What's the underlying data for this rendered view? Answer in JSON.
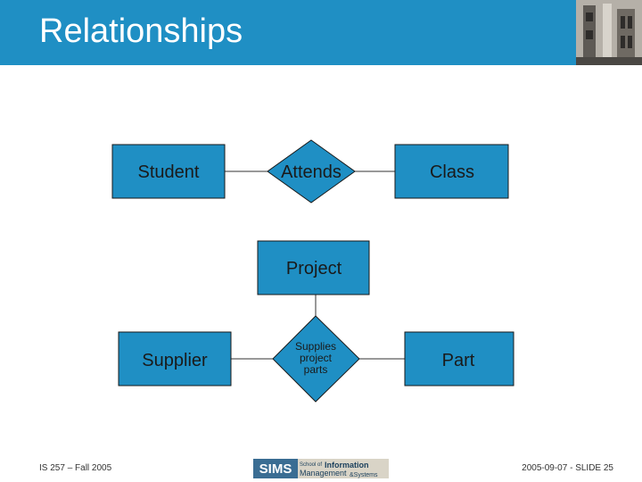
{
  "slide": {
    "title": "Relationships",
    "footer_left": "IS 257 – Fall 2005",
    "footer_right": "2005-09-07 - SLIDE 25"
  },
  "logo": {
    "sims": "SIMS",
    "school_of": "School of",
    "information": "Information",
    "management": "Management",
    "and_systems": "&Systems"
  },
  "colors": {
    "header": "#1f8fc4",
    "shape_fill": "#1f8fc4",
    "shape_stroke": "#1a1a1a",
    "line": "#333333"
  },
  "diagram": {
    "entities": {
      "student": "Student",
      "class": "Class",
      "project": "Project",
      "supplier": "Supplier",
      "part": "Part"
    },
    "relationships": {
      "attends": "Attends",
      "supplies_line1": "Supplies",
      "supplies_line2": "project",
      "supplies_line3": "parts"
    }
  }
}
